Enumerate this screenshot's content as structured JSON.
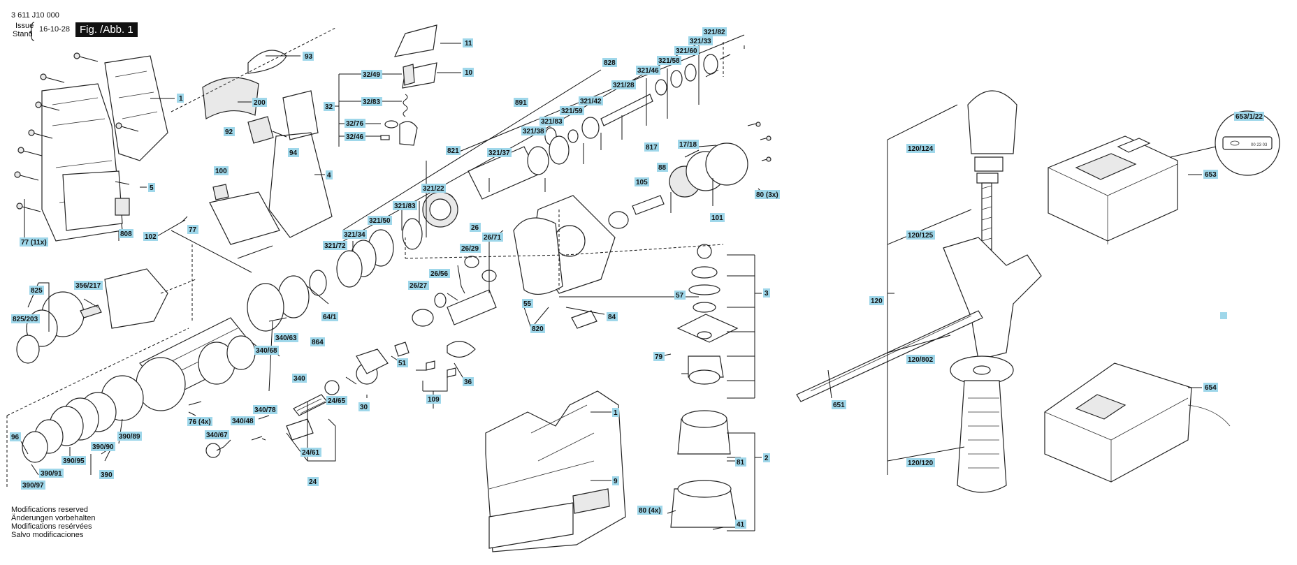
{
  "header": {
    "doc_number": "3 611 J10 000",
    "issue_label": "Issue",
    "stand_label": "Stand",
    "date": "16-10-28",
    "figure": "Fig. /Abb. 1"
  },
  "notes": [
    "Modifications reserved",
    "Änderungen vorbehalten",
    "Modifications resérvées",
    "Salvo modificaciones"
  ],
  "accent_color": "#9fd7ea",
  "labels": {
    "l_93": "93",
    "l_1a": "1",
    "l_200": "200",
    "l_11": "11",
    "l_10": "10",
    "l_32_49": "32/49",
    "l_32_83": "32/83",
    "l_32": "32",
    "l_32_76": "32/76",
    "l_32_46": "32/46",
    "l_92": "92",
    "l_94": "94",
    "l_4": "4",
    "l_5": "5",
    "l_100": "100",
    "l_808": "808",
    "l_102": "102",
    "l_77": "77",
    "l_77_11x": "77 (11x)",
    "l_828": "828",
    "l_891": "891",
    "l_821": "821",
    "l_321_82": "321/82",
    "l_321_33": "321/33",
    "l_321_60": "321/60",
    "l_321_58": "321/58",
    "l_321_46": "321/46",
    "l_321_28": "321/28",
    "l_321_42": "321/42",
    "l_321_59": "321/59",
    "l_321_83a": "321/83",
    "l_321_38": "321/38",
    "l_321_37": "321/37",
    "l_321_22": "321/22",
    "l_321_83b": "321/83",
    "l_321_50": "321/50",
    "l_321_34": "321/34",
    "l_321_72": "321/72",
    "l_817": "817",
    "l_17_18": "17/18",
    "l_88": "88",
    "l_105": "105",
    "l_101": "101",
    "l_80_3x": "80 (3x)",
    "l_26": "26",
    "l_26_71": "26/71",
    "l_26_29": "26/29",
    "l_26_56": "26/56",
    "l_26_27": "26/27",
    "l_55": "55",
    "l_820": "820",
    "l_57": "57",
    "l_3": "3",
    "l_84": "84",
    "l_825": "825",
    "l_356_217": "356/217",
    "l_825_203": "825/203",
    "l_64_1": "64/1",
    "l_340_63": "340/63",
    "l_340_68": "340/68",
    "l_864": "864",
    "l_340": "340",
    "l_51": "51",
    "l_36": "36",
    "l_109": "109",
    "l_30": "30",
    "l_24_65": "24/65",
    "l_76_4x": "76 (4x)",
    "l_340_78": "340/78",
    "l_340_48": "340/48",
    "l_340_67": "340/67",
    "l_24_61": "24/61",
    "l_24": "24",
    "l_96": "96",
    "l_390_89": "390/89",
    "l_390_90": "390/90",
    "l_390_95": "390/95",
    "l_390_91": "390/91",
    "l_390": "390",
    "l_390_97": "390/97",
    "l_1b": "1",
    "l_9": "9",
    "l_79": "79",
    "l_2": "2",
    "l_81": "81",
    "l_80_4x": "80 (4x)",
    "l_41": "41",
    "l_120_124": "120/124",
    "l_120_125": "120/125",
    "l_120": "120",
    "l_120_802": "120/802",
    "l_120_120": "120/120",
    "l_651": "651",
    "l_653_1_22": "653/1/22",
    "l_653": "653",
    "l_654": "654"
  },
  "battery_label_code": "00 23 03"
}
